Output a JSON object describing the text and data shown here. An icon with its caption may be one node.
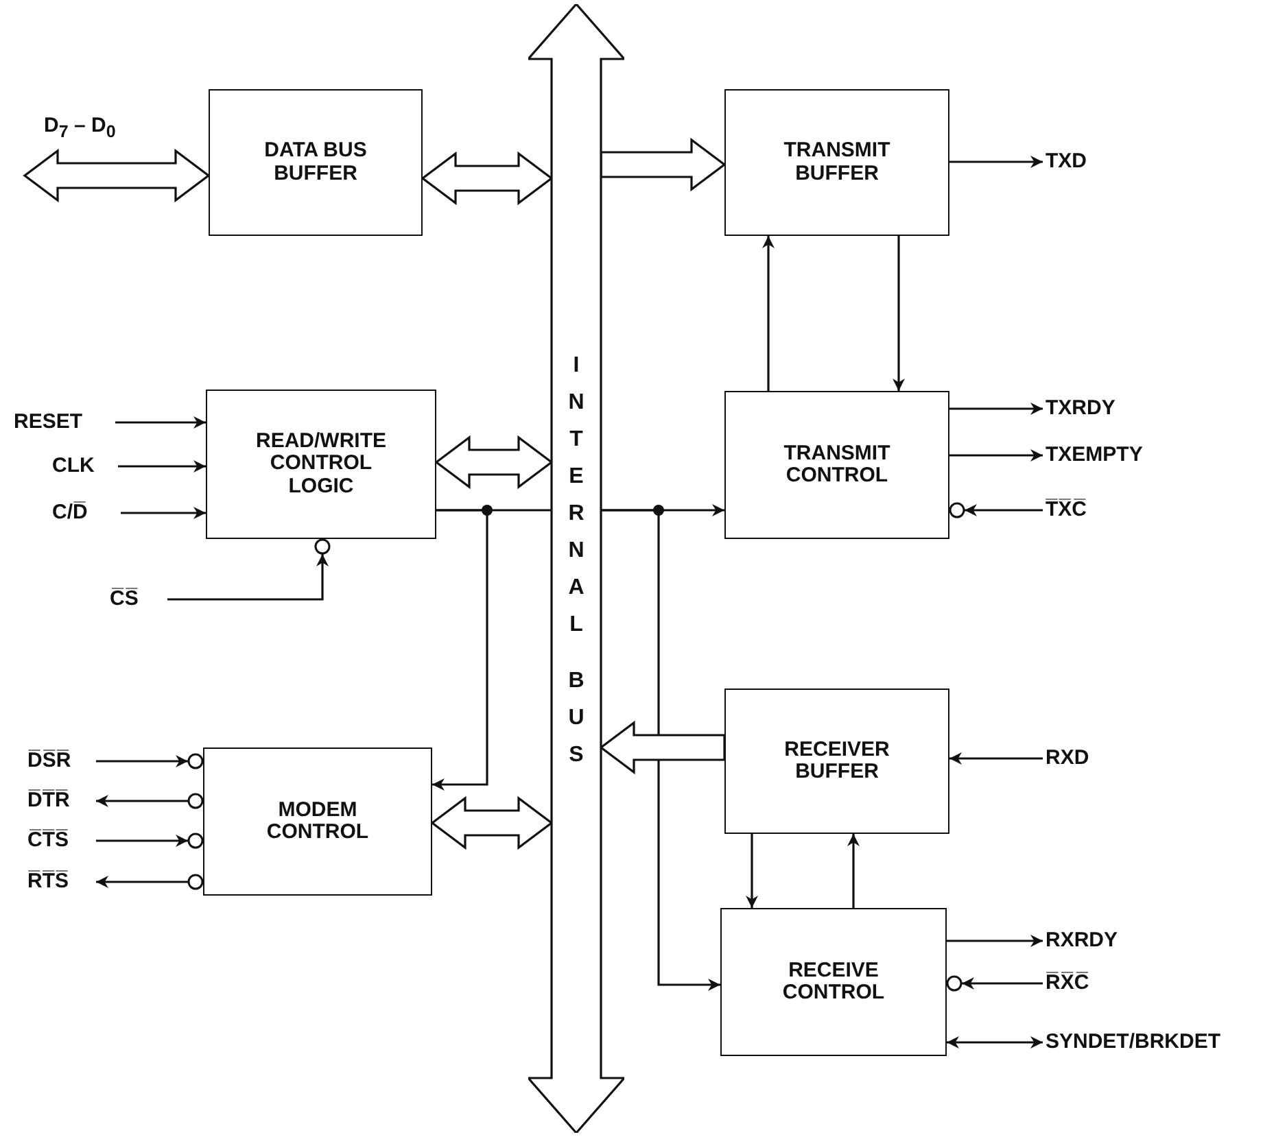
{
  "diagram": {
    "nodes": [
      {
        "text": [
          "DATA BUS BUFFER"
        ]
      },
      {
        "text": [
          "TRANSMIT BUFFER"
        ]
      },
      {
        "text": [
          "READ/WRITE CONTROL LOGIC"
        ]
      },
      {
        "text": [
          "TRANSMIT CONTROL"
        ]
      },
      {
        "text": [
          "INTERNAL",
          "BUS"
        ]
      },
      {
        "text": [
          "RECEIVER BUFFER"
        ]
      },
      {
        "text": [
          "MODEM CONTROL"
        ]
      },
      {
        "text": [
          "RECEIVE CONTROL"
        ]
      },
      {
        "text": [
          "D$_{7}$ – D$_{0}$"
        ]
      },
      {
        "text": [
          "TXD"
        ]
      },
      {
        "text": [
          "RESET"
        ]
      },
      {
        "text": [
          "CLK"
        ]
      },
      {
        "text": [
          "C/D̅"
        ]
      },
      {
        "text": [
          "C̅S̅"
        ]
      },
      {
        "text": [
          "TXRDY"
        ]
      },
      {
        "text": [
          "TXEMPTY"
        ]
      },
      {
        "text": [
          "T̅X̅C̅"
        ]
      },
      {
        "text": [
          "RXD"
        ]
      },
      {
        "text": [
          "D̅S̅R̅"
        ]
      },
      {
        "text": [
          "D̅T̅R̅"
        ]
      },
      {
        "text": [
          "C̅T̅S̅"
        ]
      },
      {
        "text": [
          "R̅T̅S̅"
        ]
      },
      {
        "text": [
          "RXRDY"
        ]
      },
      {
        "text": [
          "R̅X̅C̅"
        ]
      },
      {
        "text": [
          "SYNDET/BRKDET"
        ]
      }
    ],
    "edges": [
      {
        "from": 8,
        "to": 0,
        "arrow": "both",
        "style": "thick"
      },
      {
        "from": 0,
        "to": 4,
        "arrow": "both",
        "style": "thick"
      },
      {
        "from": 4,
        "to": 1,
        "arrow": "to",
        "style": "thick"
      },
      {
        "from": 1,
        "to": 9,
        "arrow": "to"
      },
      {
        "from": 3,
        "to": 1,
        "arrow": "to"
      },
      {
        "from": 1,
        "to": 3,
        "arrow": "to"
      },
      {
        "from": 10,
        "to": 2,
        "arrow": "to"
      },
      {
        "from": 11,
        "to": 2,
        "arrow": "to"
      },
      {
        "from": 12,
        "to": 2,
        "arrow": "to"
      },
      {
        "from": 13,
        "to": 2,
        "arrow": "to"
      },
      {
        "from": 2,
        "to": 4,
        "arrow": "both",
        "style": "thick"
      },
      {
        "from": 2,
        "to": 6,
        "arrow": "to"
      },
      {
        "from": 2,
        "to": 4,
        "arrow": "none"
      },
      {
        "from": 4,
        "to": 3,
        "arrow": "to"
      },
      {
        "from": 4,
        "to": 7,
        "arrow": "to"
      },
      {
        "from": 3,
        "to": 14,
        "arrow": "to"
      },
      {
        "from": 3,
        "to": 15,
        "arrow": "to"
      },
      {
        "from": 16,
        "to": 3,
        "arrow": "to"
      },
      {
        "from": 5,
        "to": 4,
        "arrow": "to",
        "style": "thick"
      },
      {
        "from": 17,
        "to": 5,
        "arrow": "to"
      },
      {
        "from": 5,
        "to": 7,
        "arrow": "to"
      },
      {
        "from": 7,
        "to": 5,
        "arrow": "to"
      },
      {
        "from": 18,
        "to": 6,
        "arrow": "to"
      },
      {
        "from": 6,
        "to": 19,
        "arrow": "to"
      },
      {
        "from": 20,
        "to": 6,
        "arrow": "to"
      },
      {
        "from": 6,
        "to": 21,
        "arrow": "to"
      },
      {
        "from": 6,
        "to": 4,
        "arrow": "both",
        "style": "thick"
      },
      {
        "from": 7,
        "to": 22,
        "arrow": "to"
      },
      {
        "from": 23,
        "to": 7,
        "arrow": "to"
      },
      {
        "from": 7,
        "to": 24,
        "arrow": "both"
      }
    ]
  }
}
